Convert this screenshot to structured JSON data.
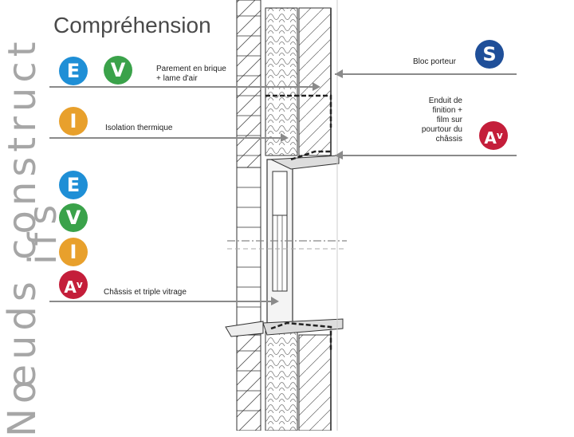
{
  "watermark": {
    "line1": "Nœuds construct",
    "line2": "ifs"
  },
  "title": "Compréhension",
  "badges": {
    "e1": "E",
    "v1": "V",
    "i1": "I",
    "e2": "E",
    "v2": "V",
    "i2": "I",
    "a2": "A",
    "s": "S",
    "a3": "A",
    "sup": "v"
  },
  "labels": {
    "parement_1": "Parement en brique",
    "parement_2": "+ lame d'air",
    "isolation": "Isolation thermique",
    "chassis": "Châssis et triple vitrage",
    "bloc": "Bloc porteur",
    "enduit_1": "Enduit de",
    "enduit_2": "finition +",
    "enduit_3": "film sur",
    "enduit_4": "pourtour du",
    "enduit_5": "châssis"
  },
  "colors": {
    "e": "#1f8fd6",
    "v": "#3aa24a",
    "i": "#e8a02c",
    "a": "#c41e3a",
    "s": "#1f4f99"
  }
}
